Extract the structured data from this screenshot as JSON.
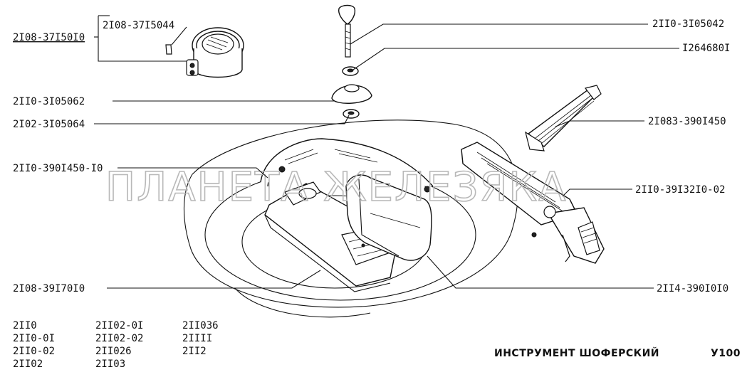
{
  "diagram": {
    "title": "ИНСТРУМЕНТ ШОФЕРСКИЙ",
    "page_code": "У100",
    "watermark": "ПЛАНЕТА ЖЕЛЕЗЯКА",
    "part_labels": {
      "assembly_main": "2I08-37I50I0",
      "assembly_sub": "2I08-37I5044",
      "wing_bolt": "2II0-3I05042",
      "washer": "I264680I",
      "rubber_mount": "2II0-3I05062",
      "nut": "2I02-3I05064",
      "handle": "2I083-390I450",
      "tool_bag_left": "2II0-390I450-I0",
      "jack": "2II0-39I32I0-02",
      "tool_tray": "2I08-39I70I0",
      "tool_case": "2II4-390I0I0"
    },
    "models": [
      [
        "2II0",
        "2II0-0I",
        "2II0-02",
        "2II02"
      ],
      [
        "2II02-0I",
        "2II02-02",
        "2II026",
        "2II03"
      ],
      [
        "2II036",
        "2IIII",
        "2II2"
      ]
    ]
  }
}
